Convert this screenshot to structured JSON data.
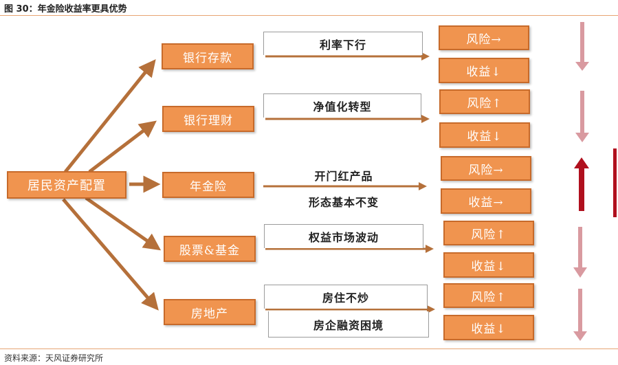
{
  "title": "图 30：年金险收益率更具优势",
  "source": "资料来源：天风证券研究所",
  "root": "居民资产配置",
  "categories": [
    {
      "name": "银行存款",
      "trend": [
        "利率下行"
      ],
      "risk": "风险→",
      "return": "收益↓",
      "direction": "down"
    },
    {
      "name": "银行理财",
      "trend": [
        "净值化转型"
      ],
      "risk": "风险↑",
      "return": "收益↓",
      "direction": "down"
    },
    {
      "name": "年金险",
      "trend": [
        "开门红产品",
        "形态基本不变"
      ],
      "risk": "风险→",
      "return": "收益→",
      "direction": "up"
    },
    {
      "name": "股票&基金",
      "trend": [
        "权益市场波动"
      ],
      "risk": "风险↑",
      "return": "收益↓",
      "direction": "down"
    },
    {
      "name": "房地产",
      "trend": [
        "房住不炒",
        "房企融资困境"
      ],
      "risk": "风险↑",
      "return": "收益↓",
      "direction": "down"
    }
  ],
  "colors": {
    "box_fill": "#f0944f",
    "box_border": "#c76a2a",
    "arrow": "#b5703a",
    "down_arrow": "#d99aa0",
    "up_arrow": "#b0101e",
    "rule": "#e7a472"
  }
}
